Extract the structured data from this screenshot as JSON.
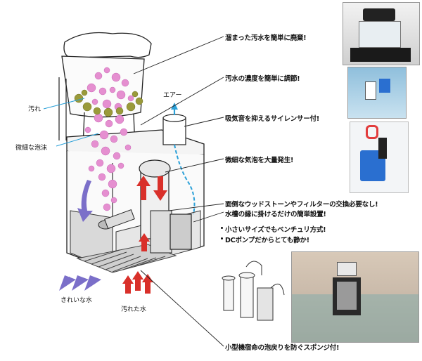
{
  "features": [
    "溜まった汚水を簡単に廃棄!",
    "汚水の濃度を簡単に調節!",
    "吸気音を抑えるサイレンサー付!",
    "微細な気泡を大量発生!",
    "面倒なウッドストーンやフィルターの交換必要なし!",
    "水槽の縁に掛けるだけの簡単設置!",
    "小さいサイズでもベンチュリ方式!",
    "DCポンプだからとても静か!",
    "小型機宿命の泡戻りを防ぐスポンジ付!"
  ],
  "labels": {
    "dirt": "汚れ",
    "fine_bubbles": "微細な泡沫",
    "air": "エアー",
    "clean_water": "きれいな水",
    "dirty_water": "汚れた水"
  },
  "colors": {
    "bubble_pink": "#e58fd0",
    "dirt_olive": "#9a9a3a",
    "clean_arrow": "#7b6fc9",
    "dirty_arrow": "#d9302a",
    "leader_blue": "#2aa0d8"
  }
}
